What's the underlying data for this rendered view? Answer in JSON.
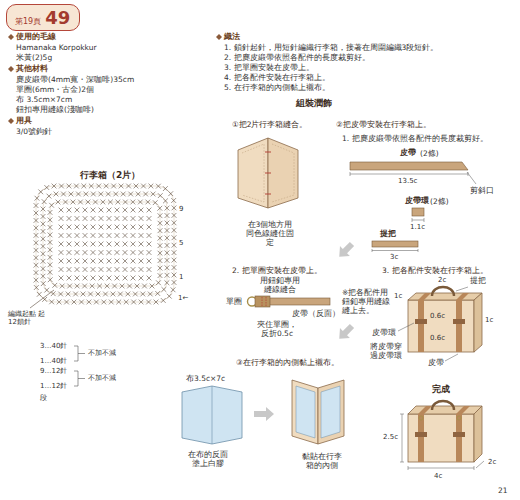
{
  "diagram": {
    "nodes": [
      {
        "text": [
          "第19頁",
          "49"
        ]
      }
    ],
    "labels": [
      "使用的毛線",
      "Hamanaka Korpokkur",
      "米黃(2)5g",
      "其他材料",
      "麂皮緞帶(4mm寬・深咖啡)35cm",
      "單圈(6mm・古金)2個",
      "布 3.5cm×7cm",
      "鈕扣專用縫線(淺咖啡)",
      "用具",
      "3/0號鉤針",
      "織法",
      "1. 鎖針起針，用短針編織行李箱，接著在周圍編織3段短針。",
      "2. 把麂皮緞帶依照各配件的長度裁剪好。",
      "3. 把單圈安裝在皮帶上。",
      "4. 把各配件安裝在行李箱上。",
      "5. 在行李箱的內側黏上襯布。",
      "組裝潤飾",
      "行李箱（2片）",
      "9",
      "5",
      "1",
      "1←",
      "編織起點 起12鎖針",
      "3…40針",
      "1…40針",
      "9…12針",
      "1…12針",
      "段",
      "不加不減",
      "不加不減",
      "①把2片行李箱縫合。",
      "在3個地方用同色線縫住固定",
      "②把皮帶安裝在行李箱上。",
      "1. 把麂皮緞帶依照各配件的長度裁剪好。",
      "皮帶",
      "(2條)",
      "13.5c",
      "剪斜口",
      "皮帶環",
      "(2條)",
      "1.1c",
      "提把",
      "3c",
      "2. 把單圈安裝在皮帶上。",
      "用鈕釦專用縫線縫合",
      "單圈",
      "皮帶（反面）",
      "夾住單圈，反折0.5c",
      "※把各配件用鈕釦專用縫線縫上去。",
      "3. 把各配件安裝在行李箱上。",
      "2c",
      "提把",
      "1c",
      "1c",
      "0.6c",
      "0.6c",
      "皮帶環",
      "將皮帶穿過皮帶環",
      "皮帶",
      "③在行李箱的內側黏上襯布。",
      "布3.5c×7c",
      "在布的反面塗上白膠",
      "黏貼在行李箱的內側",
      "完成",
      "2.5c",
      "2c",
      "4c",
      "21"
    ]
  }
}
